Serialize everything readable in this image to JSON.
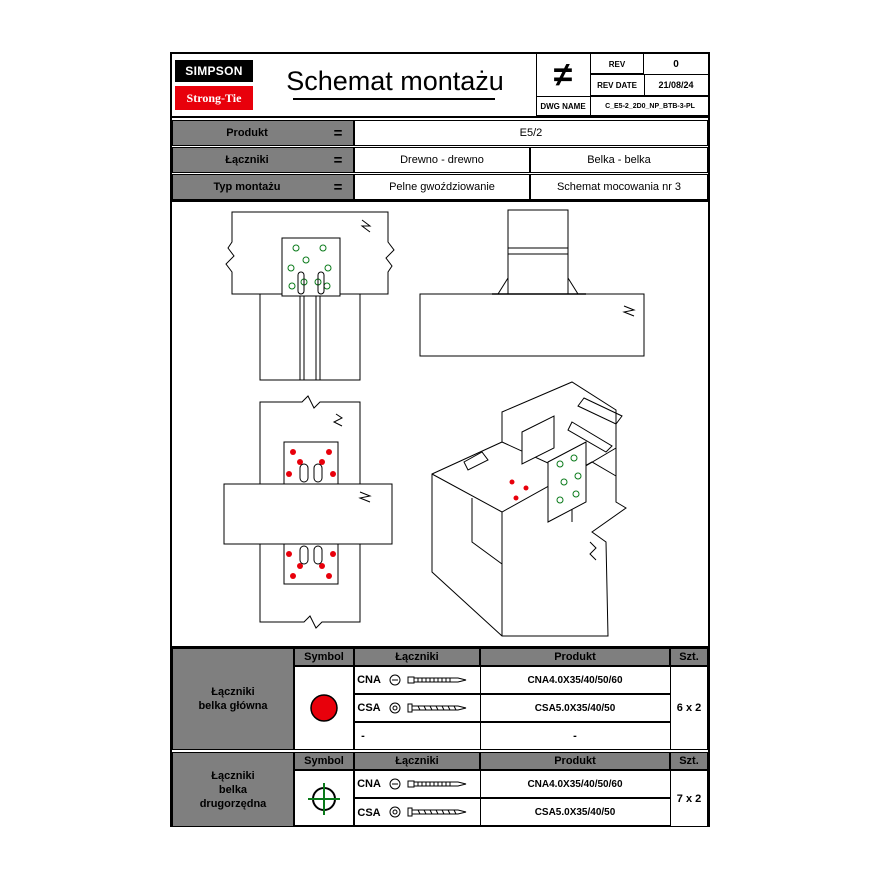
{
  "header": {
    "logo_top": "SIMPSON",
    "logo_bottom": "Strong-Tie",
    "title": "Schemat montażu",
    "rev_label": "REV",
    "rev_value": "0",
    "rev_date_label": "REV DATE",
    "rev_date_value": "21/08/24",
    "dwg_label": "DWG NAME",
    "dwg_value": "C_E5-2_2D0_NP_BTB-3-PL",
    "symbol": "≠"
  },
  "info": {
    "product_label": "Produkt",
    "product_value": "E5/2",
    "connectors_label": "Łączniki",
    "connectors_value1": "Drewno - drewno",
    "connectors_value2": "Belka - belka",
    "mount_label": "Typ montażu",
    "mount_value1": "Pelne gwoździowanie",
    "mount_value2": "Schemat mocowania nr   3",
    "eq": "="
  },
  "table1": {
    "group_label": "Łączniki\nbelka główna",
    "h_symbol": "Symbol",
    "h_connectors": "Łączniki",
    "h_product": "Produkt",
    "h_qty": "Szt.",
    "rows": [
      {
        "name": "CNA",
        "product": "CNA4.0X35/40/50/60"
      },
      {
        "name": "CSA",
        "product": "CSA5.0X35/40/50"
      },
      {
        "name": "-",
        "product": "-"
      }
    ],
    "qty": "6 x 2",
    "symbol_color": "#e8000b"
  },
  "table2": {
    "group_label": "Łączniki\nbelka\ndrugorzędna",
    "h_symbol": "Symbol",
    "h_connectors": "Łączniki",
    "h_product": "Produkt",
    "h_qty": "Szt.",
    "rows": [
      {
        "name": "CNA",
        "product": "CNA4.0X35/40/50/60"
      },
      {
        "name": "CSA",
        "product": "CSA5.0X35/40/50"
      }
    ],
    "qty": "7 x 2",
    "symbol_color": "#0a7a1a"
  },
  "colors": {
    "red": "#e8000b",
    "green": "#0a7a1a",
    "gray": "#7f7f7f"
  }
}
